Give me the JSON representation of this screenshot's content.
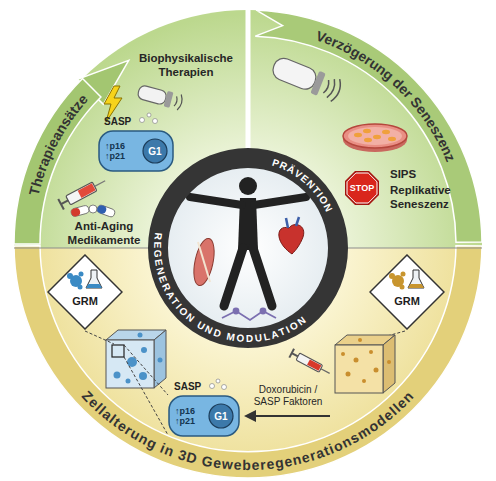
{
  "diagram": {
    "nodes": [
      {
        "text": [
          "SASP",
          "↑p16 ↑p21"
        ]
      },
      {
        "text": [
          "G1"
        ],
        "in": 0
      },
      {
        "text": [
          "PRÄVENTION",
          "REGENERATION UND MODULATION"
        ]
      },
      {
        "text": [
          "STOP"
        ]
      },
      {
        "text": [
          "GRM"
        ]
      },
      {
        "text": [
          "GRM"
        ]
      },
      {
        "text": [
          "SASP",
          "↑p16 ↑p21"
        ]
      },
      {
        "text": [
          "G1"
        ],
        "in": 6
      }
    ],
    "labels": [
      "Therapieansätze",
      "Verzögerung der Seneszenz",
      "Biophysikalische Therapien",
      "Anti-Aging Medikamente",
      "SIPS",
      "Replikative Seneszenz",
      "Doxorubicin / SASP Faktoren",
      "Zellalterung in 3D Geweberegenerationsmodellen"
    ]
  }
}
